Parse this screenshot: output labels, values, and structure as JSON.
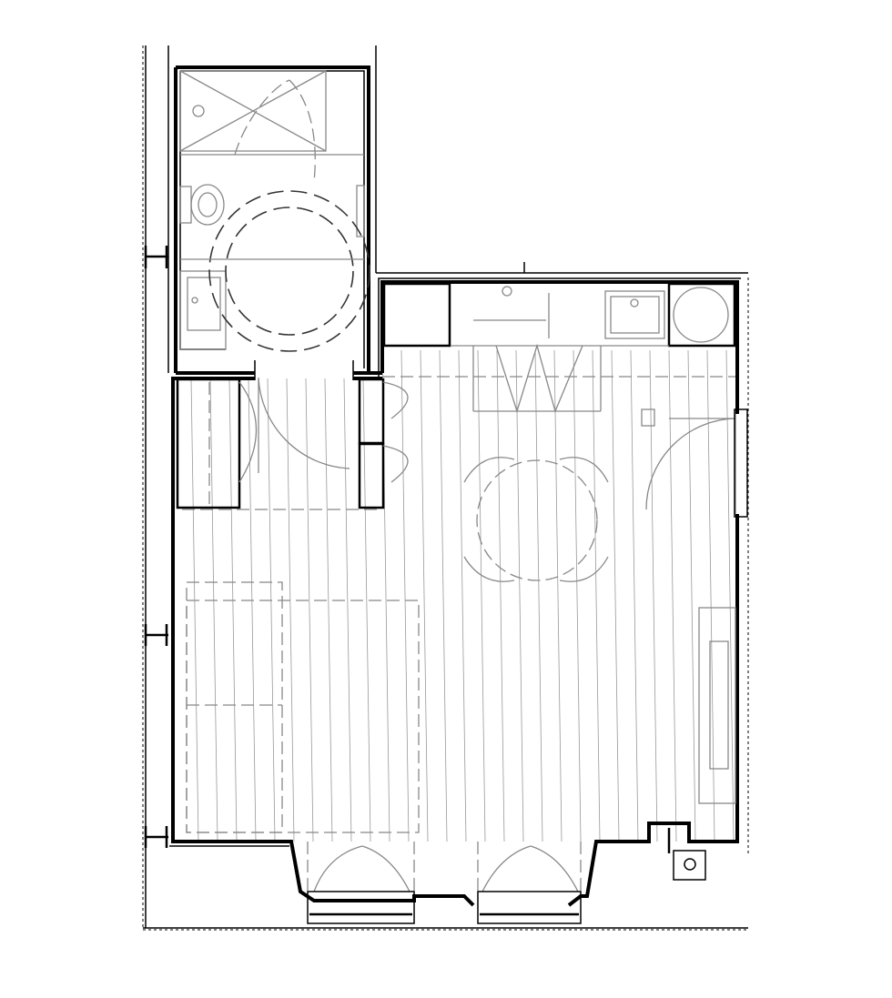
{
  "plan": {
    "rooms": [
      "bathroom",
      "studio-living",
      "kitchenette",
      "entry"
    ],
    "fixtures": [
      "shower",
      "toilet",
      "washbasin",
      "kitchen-sink",
      "washing-machine",
      "radiator",
      "radiator"
    ],
    "furniture": [
      "sofa",
      "dining-table",
      "chair",
      "chair",
      "chair",
      "chair",
      "wardrobe",
      "tv-unit"
    ],
    "windows": 2,
    "doors": 4,
    "colors": {
      "wall": "#000000",
      "furniture": "#888888",
      "floor-lines": "#999999",
      "background": "#ffffff"
    }
  }
}
